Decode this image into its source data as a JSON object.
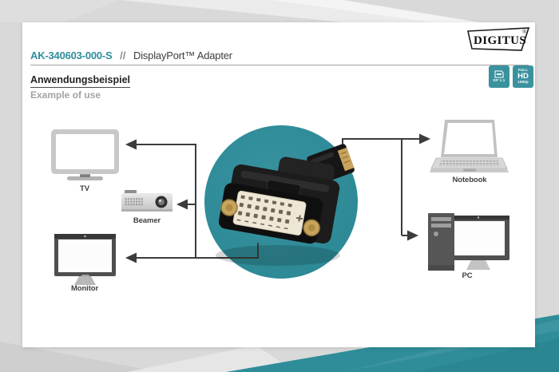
{
  "brand": {
    "name": "DIGITUS",
    "registered": "®"
  },
  "header": {
    "product_code": "AK-340603-000-S",
    "separator": "//",
    "product_title": "DisplayPort™ Adapter"
  },
  "section": {
    "heading": "Anwendungsbeispiel",
    "subheading": "Example of use"
  },
  "badges": {
    "dp": {
      "label": "DP 1.1",
      "icon": "displayport-plug-icon"
    },
    "fullhd": {
      "top": "FULL",
      "mid": "HD",
      "bottom": "1080p"
    }
  },
  "diagram": {
    "center_item": "displayport-to-dvi-adapter-photo",
    "devices": [
      {
        "id": "tv",
        "label": "TV",
        "icon": "tv-icon",
        "side": "left"
      },
      {
        "id": "beamer",
        "label": "Beamer",
        "icon": "projector-icon",
        "side": "left"
      },
      {
        "id": "monitor",
        "label": "Monitor",
        "icon": "monitor-icon",
        "side": "left"
      },
      {
        "id": "notebook",
        "label": "Notebook",
        "icon": "laptop-icon",
        "side": "right"
      },
      {
        "id": "pc",
        "label": "PC",
        "icon": "desktop-pc-icon",
        "side": "right"
      }
    ]
  },
  "colors": {
    "accent_teal": "#2F8D99",
    "badge_teal": "#3A929E",
    "line_dark": "#3C3C3C",
    "page_bg": "#D9D9D9"
  }
}
